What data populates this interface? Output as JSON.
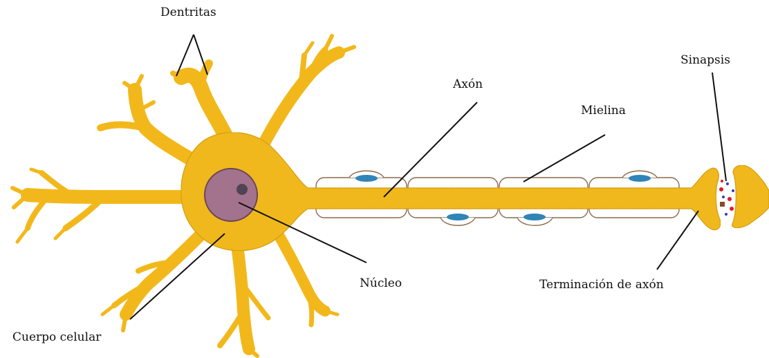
{
  "labels": {
    "dentritas": "Dentritas",
    "axon": "Axón",
    "mielina": "Mielina",
    "sinapsis": "Sinapsis",
    "nucleo": "Núcleo",
    "terminacion": "Terminación de axón",
    "cuerpo_celular": "Cuerpo celular"
  },
  "colors": {
    "cell_fill": "#f2b81b",
    "cell_outline": "#c98d09",
    "speckle": "#d4960c",
    "nucleus_fill": "#a3728c",
    "nucleus_outline": "#6b4557",
    "nucleolus": "#4e4455",
    "myelin_outline": "#8b6a4e",
    "schwann_nucleus": "#2f84b8",
    "pointer_line": "#111111",
    "vesicle_red": "#e0192a",
    "vesicle_blue": "#2a3fc0",
    "vesicle_brown": "#8a4a2a"
  }
}
